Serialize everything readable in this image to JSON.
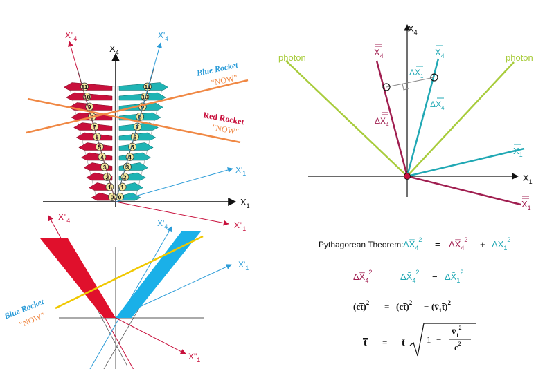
{
  "colors": {
    "red": "#c8103c",
    "blue": "#2c9cd8",
    "cyan": "#1fb4b4",
    "orange": "#f08844",
    "green": "#a8cc3c",
    "maroon": "#a01e50",
    "teal": "#20a8b4",
    "yellow": "#f0c800",
    "black": "#111111"
  },
  "top_left": {
    "x4_label": "X",
    "x4_sub": "4",
    "x1_label": "X",
    "x1_sub": "1",
    "red_x4": "X\"",
    "red_x4_sub": "4",
    "blue_x4": "X'",
    "blue_x4_sub": "4",
    "blue_x1": "X'",
    "blue_x1_sub": "1",
    "red_x1": "X\"",
    "red_x1_sub": "1",
    "blue_rocket_label": "Blue Rocket",
    "blue_rocket_now": "\"NOW\"",
    "red_rocket_label": "Red Rocket",
    "red_rocket_now": "\"NOW\"",
    "markers": [
      "0",
      "1",
      "2",
      "3",
      "4",
      "5",
      "6",
      "7",
      "8",
      "9",
      "10",
      "11"
    ]
  },
  "bottom_left": {
    "red_x4": "X\"",
    "red_x4_sub": "4",
    "blue_x4": "X'",
    "blue_x4_sub": "4",
    "blue_x1": "X'",
    "blue_x1_sub": "1",
    "red_x1": "X\"",
    "red_x1_sub": "1",
    "blue_rocket_label": "Blue Rocket",
    "blue_rocket_now": "\"NOW\""
  },
  "right": {
    "x4_label": "X",
    "x4_sub": "4",
    "x1_label": "X",
    "x1_sub": "1",
    "photon_left": "photon",
    "photon_right": "photon",
    "xbb4": "X",
    "xbb4_sub": "4",
    "xb4": "X",
    "xb4_sub": "4",
    "xb1": "X",
    "xb1_sub": "1",
    "xbb1": "X",
    "xbb1_sub": "1",
    "delta_xb1": "ΔX",
    "delta_xb1_sub": "1",
    "delta_xb4": "ΔX",
    "delta_xb4_sub": "4",
    "delta_xbb4": "ΔX",
    "delta_xbb4_sub": "4"
  },
  "equations": {
    "pythagorean_label": "Pythagorean Theorem:",
    "eq1": {
      "lhs": "ΔX̿",
      "lhs_sub": "4",
      "lhs_sup": "2",
      "eq": "=",
      "t1": "ΔX̿",
      "t1_sub": "4",
      "t1_sup": "2",
      "plus": "+",
      "t2": "ΔX̄",
      "t2_sub": "1",
      "t2_sup": "2"
    },
    "eq2": {
      "lhs": "ΔX̿",
      "lhs_sub": "4",
      "lhs_sup": "2",
      "eq": "=",
      "t1": "ΔX̄",
      "t1_sub": "4",
      "t1_sup": "2",
      "minus": "−",
      "t2": "ΔX̄",
      "t2_sub": "1",
      "t2_sup": "2"
    },
    "eq3": {
      "lhs": "(ct̿)",
      "sup": "2",
      "eq": "=",
      "t1": "(ct̄)",
      "minus": "−",
      "t2": "(v̄",
      "t2_sub": "1",
      "t2_tail": "t̄)"
    },
    "eq4": {
      "lhs": "t̿",
      "eq": "=",
      "rhs": "t̄",
      "one": "1",
      "minus": "−",
      "num": "v̄",
      "num_sub": "1",
      "den": "c"
    }
  }
}
